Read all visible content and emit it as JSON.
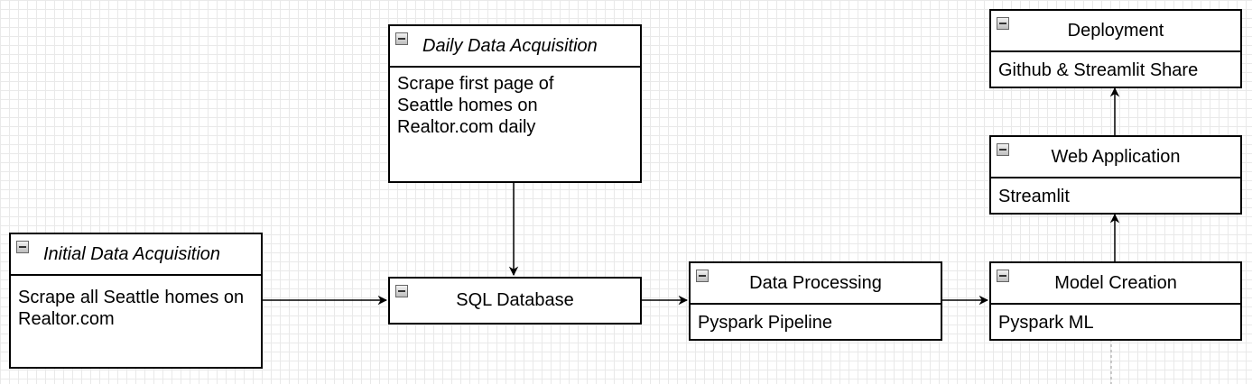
{
  "nodes": {
    "initial": {
      "title": "Initial Data Acquisition",
      "body": "Scrape all Seattle homes on\nRealtor.com"
    },
    "daily": {
      "title": "Daily Data Acquisition",
      "body": "Scrape first page of\nSeattle homes on\nRealtor.com daily"
    },
    "sql": {
      "title": "SQL Database"
    },
    "processing": {
      "title": "Data Processing",
      "body": "Pyspark Pipeline"
    },
    "model": {
      "title": "Model Creation",
      "body": "Pyspark ML"
    },
    "webapp": {
      "title": "Web Application",
      "body": "Streamlit"
    },
    "deployment": {
      "title": "Deployment",
      "body": "Github & Streamlit Share"
    }
  },
  "edges": [
    {
      "from": "initial",
      "to": "sql"
    },
    {
      "from": "daily",
      "to": "sql"
    },
    {
      "from": "sql",
      "to": "processing"
    },
    {
      "from": "processing",
      "to": "model"
    },
    {
      "from": "model",
      "to": "webapp"
    },
    {
      "from": "webapp",
      "to": "deployment"
    }
  ]
}
